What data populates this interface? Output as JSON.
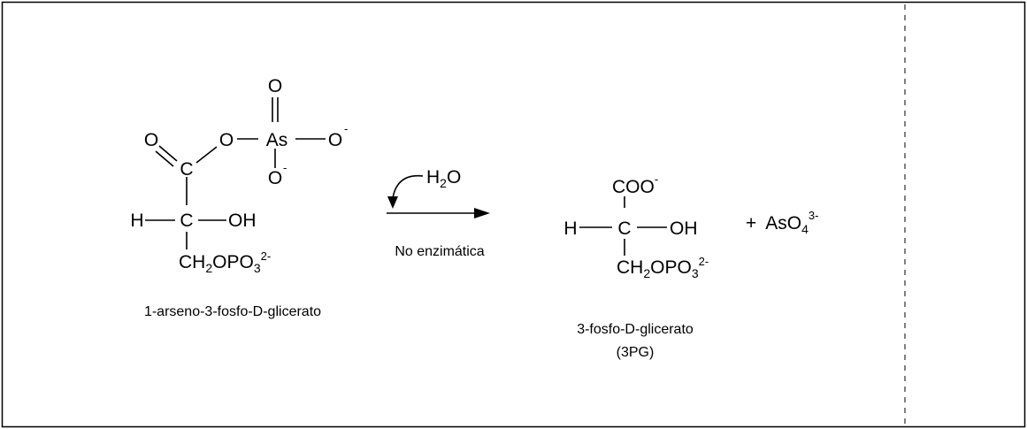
{
  "reactant": {
    "name": "1-arseno-3-fosfo-D-glicerato",
    "atoms": {
      "o_top": "O",
      "o_carbonyl": "O",
      "o_ester": "O",
      "as": "As",
      "o_right": "O",
      "o_right_charge": "-",
      "o_bottom": "O",
      "o_bottom_charge": "-",
      "c1": "C",
      "h": "H",
      "c2": "C",
      "oh": "OH",
      "ch2opo3_a": "CH",
      "ch2opo3_sub2": "2",
      "ch2opo3_b": "OPO",
      "ch2opo3_sub3": "3",
      "ch2opo3_charge": "2-"
    }
  },
  "reaction": {
    "reagent_a": "H",
    "reagent_sub": "2",
    "reagent_b": "O",
    "condition": "No enzimática"
  },
  "product": {
    "name": "3-fosfo-D-glicerato",
    "abbreviation": "(3PG)",
    "atoms": {
      "coo": "COO",
      "coo_charge": "-",
      "h": "H",
      "c": "C",
      "oh": "OH",
      "ch2opo3_a": "CH",
      "ch2opo3_sub2": "2",
      "ch2opo3_b": "OPO",
      "ch2opo3_sub3": "3",
      "ch2opo3_charge": "2-"
    }
  },
  "byproduct": {
    "plus": "+",
    "aso4_a": "AsO",
    "aso4_sub": "4",
    "aso4_charge": "3-"
  }
}
